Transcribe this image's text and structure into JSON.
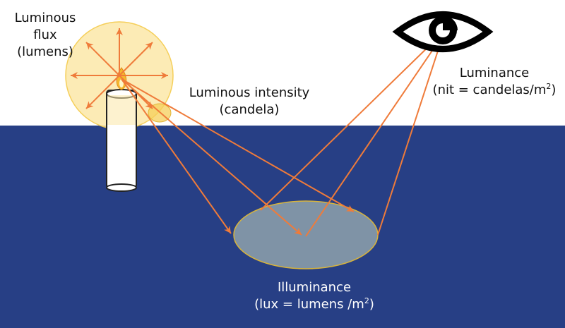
{
  "colors": {
    "floor": "#273f85",
    "arrow": "#ef7b3a",
    "glow_fill": "#fbe7a8",
    "glow_edge": "#f5cf5a",
    "candle_fill": "#ffffff",
    "patch_fill": "#7f93a6",
    "patch_edge": "#d9b43a",
    "eye": "#000000"
  },
  "icons": {
    "eye": "eye-icon",
    "candle": "candle-icon",
    "flame": "flame-icon"
  },
  "labels": {
    "flux_line1": "Luminous",
    "flux_line2": "flux",
    "flux_line3": "(lumens)",
    "intensity_line1": "Luminous intensity",
    "intensity_line2": "(candela)",
    "luminance_line1": "Luminance",
    "luminance_line2_pre": "(nit = candelas/m",
    "luminance_line2_sup": "2",
    "luminance_line2_post": ")",
    "illuminance_line1": "Illuminance",
    "illuminance_line2_pre": "(lux = lumens /m",
    "illuminance_line2_sup": "2",
    "illuminance_line2_post": ")"
  }
}
